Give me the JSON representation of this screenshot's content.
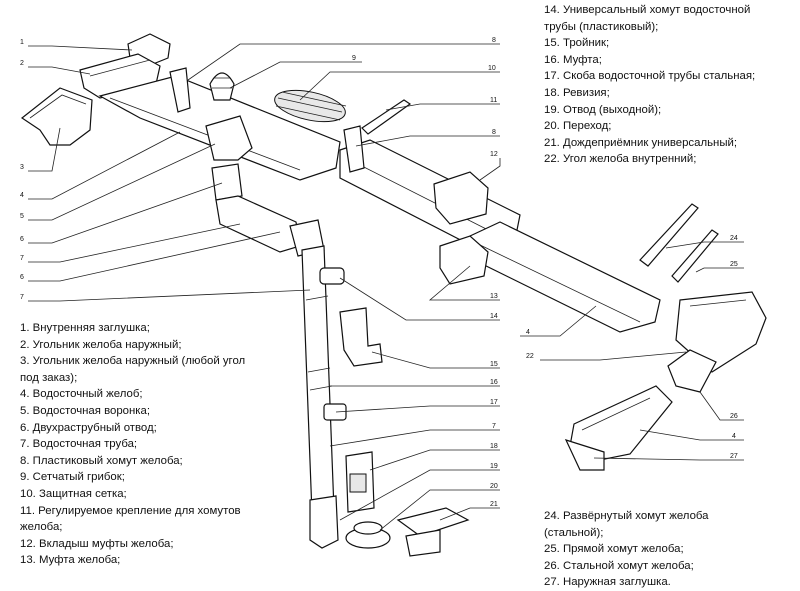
{
  "legend_left": [
    "1. Внутренняя заглушка;",
    "2. Угольник желоба наружный;",
    "3. Угольник желоба наружный (любой угол\nпод заказ);",
    "4. Водосточный желоб;",
    "5. Водосточная воронка;",
    "6. Двухраструбный отвод;",
    "7. Водосточная труба;",
    "8. Пластиковый хомут желоба;",
    "9. Сетчатый грибок;",
    "10. Защитная сетка;",
    "11. Регулируемое крепление для хомутов\nжелоба;",
    "12. Вкладыш муфты желоба;",
    "13. Муфта желоба;"
  ],
  "legend_top_right": [
    "14. Универсальный хомут водосточной\nтрубы (пластиковый);",
    "15. Тройник;",
    "16. Муфта;",
    "17. Скоба водосточной трубы стальная;",
    "18. Ревизия;",
    "19. Отвод (выходной);",
    "20. Переход;",
    "21. Дождеприёмник универсальный;",
    "22. Угол желоба внутренний;"
  ],
  "legend_bottom_right": [
    "24. Развёрнутый хомут желоба\n(стальной);",
    "25. Прямой хомут желоба;",
    "26. Стальной хомут желоба;",
    "27. Наружная заглушка."
  ],
  "callouts": [
    {
      "n": "1"
    },
    {
      "n": "2"
    },
    {
      "n": "3"
    },
    {
      "n": "4"
    },
    {
      "n": "5"
    },
    {
      "n": "6"
    },
    {
      "n": "7"
    },
    {
      "n": "6"
    },
    {
      "n": "7"
    },
    {
      "n": "8"
    },
    {
      "n": "9"
    },
    {
      "n": "10"
    },
    {
      "n": "11"
    },
    {
      "n": "8"
    },
    {
      "n": "12"
    },
    {
      "n": "13"
    },
    {
      "n": "14"
    },
    {
      "n": "15"
    },
    {
      "n": "16"
    },
    {
      "n": "17"
    },
    {
      "n": "7"
    },
    {
      "n": "18"
    },
    {
      "n": "19"
    },
    {
      "n": "20"
    },
    {
      "n": "21"
    },
    {
      "n": "24"
    },
    {
      "n": "25"
    },
    {
      "n": "4"
    },
    {
      "n": "22"
    },
    {
      "n": "26"
    },
    {
      "n": "4"
    },
    {
      "n": "27"
    }
  ]
}
